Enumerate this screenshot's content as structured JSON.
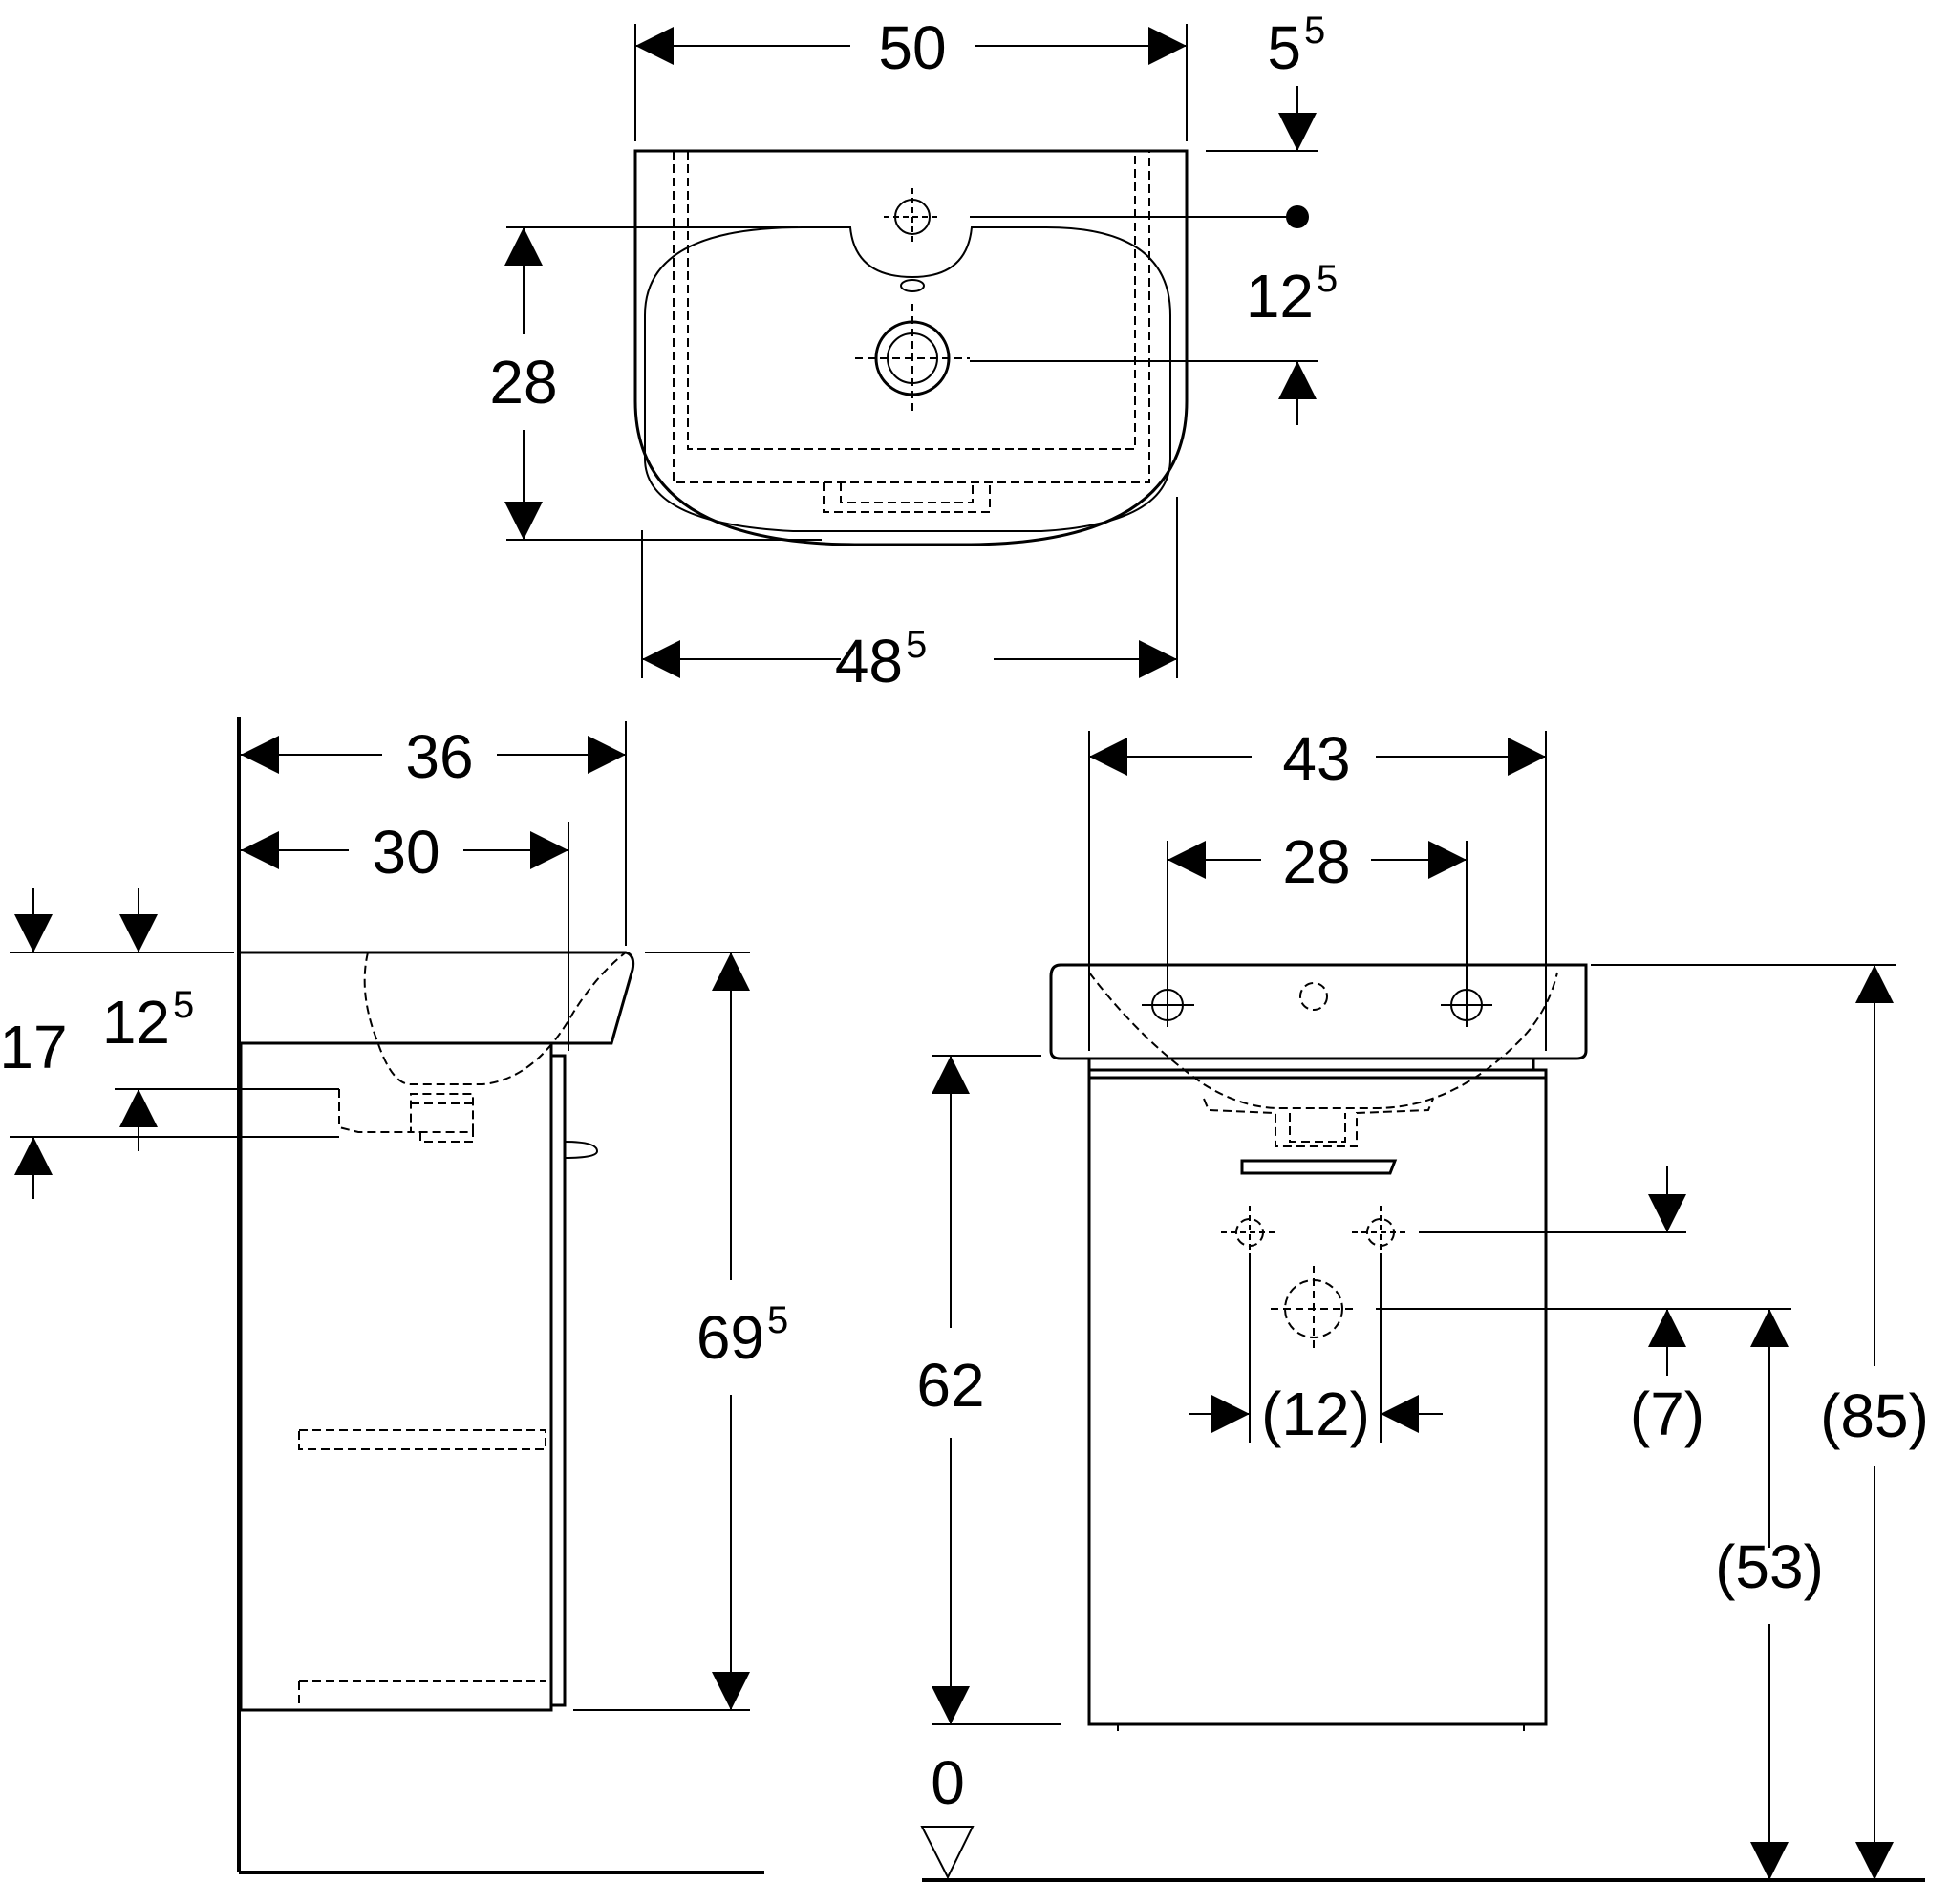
{
  "dimensions": {
    "top_width": "50",
    "top_wall_gap_main": "5",
    "top_wall_gap_sup": "5",
    "top_depth": "28",
    "top_tap_offset_main": "12",
    "top_tap_offset_sup": "5",
    "top_basin_width_main": "48",
    "top_basin_width_sup": "5",
    "side_depth_total": "36",
    "side_depth_cabinet": "30",
    "side_height_17": "17",
    "side_bowl_main": "12",
    "side_bowl_sup": "5",
    "side_height_main": "69",
    "side_height_sup": "5",
    "front_width": "43",
    "front_tap_spacing": "28",
    "front_cabinet_height": "62",
    "front_pipe_spacing": "(12)",
    "front_pipe_offset": "(7)",
    "front_drain_height": "(53)",
    "front_total_height": "(85)",
    "floor_level": "0"
  }
}
